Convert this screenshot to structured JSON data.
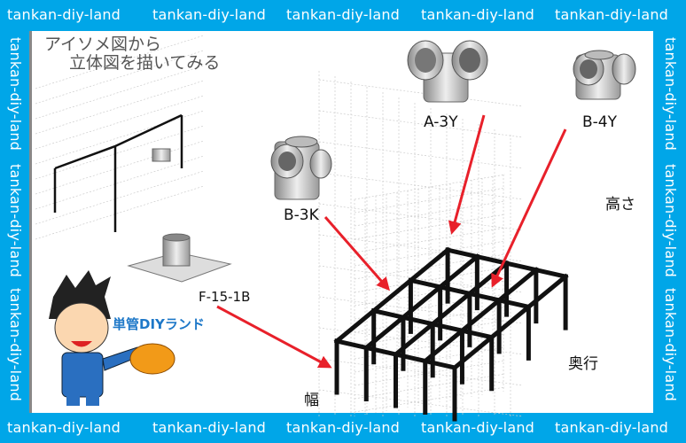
{
  "watermark": "tankan-diy-land",
  "title": {
    "line1": "アイソメ図から",
    "line2": "立体図を描いてみる"
  },
  "parts": {
    "a3y": "A-3Y",
    "b4y": "B-4Y",
    "b3k": "B-3K",
    "f151b": "F-15-1B"
  },
  "dimensions": {
    "height": "高さ",
    "depth": "奥行",
    "width": "幅"
  },
  "brand": "単管DIYランド",
  "colors": {
    "border": "#00a6e8",
    "arrow": "#e8202a",
    "frame": "#111111",
    "brand": "#1e78c8"
  }
}
